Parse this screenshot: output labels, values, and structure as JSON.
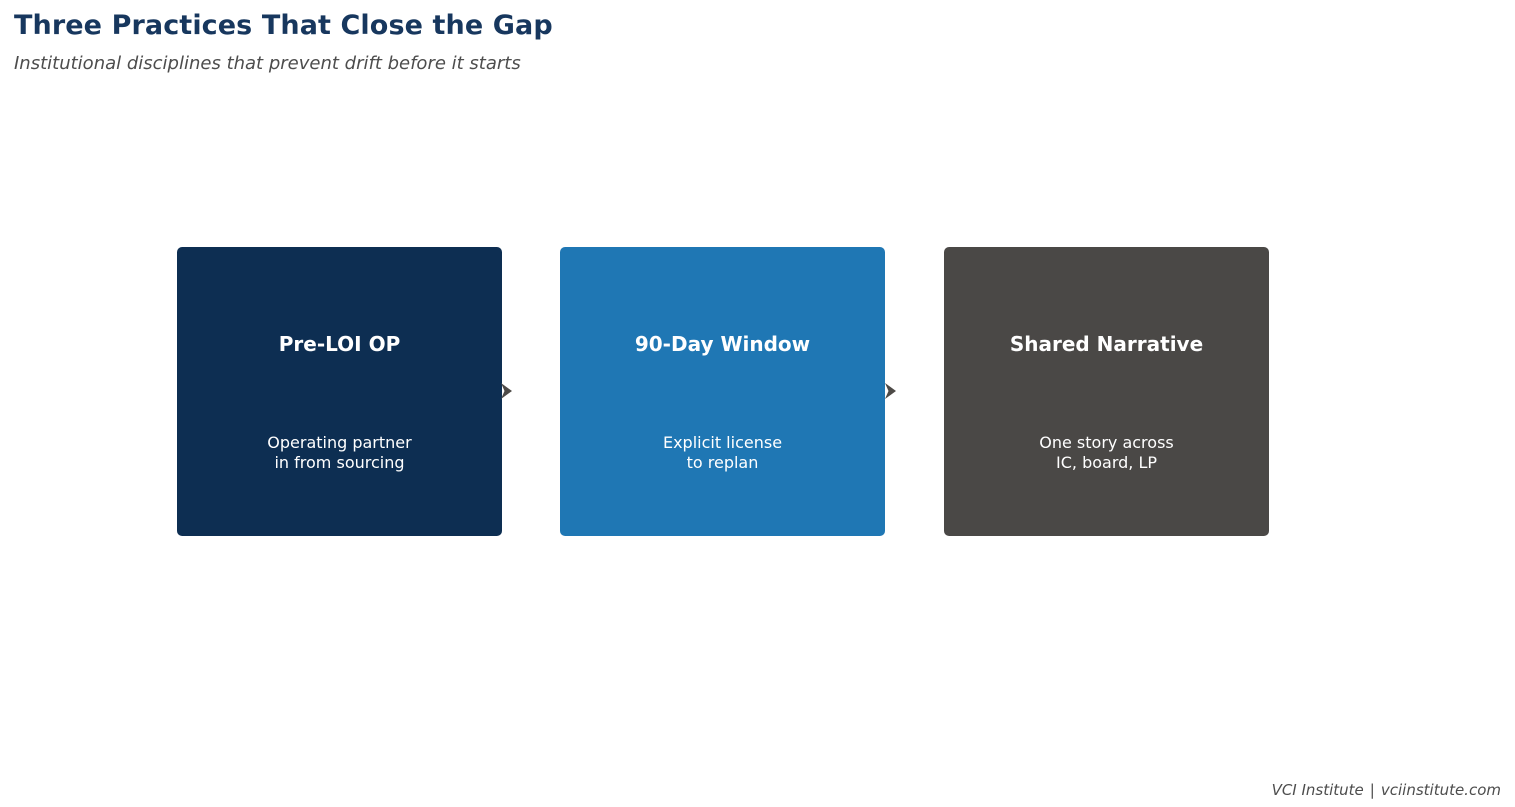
{
  "header": {
    "title": "Three Practices That Close the Gap",
    "subtitle": "Institutional disciplines that prevent drift before it starts",
    "title_color": "#17375e",
    "subtitle_color": "#4d4d4d"
  },
  "diagram": {
    "type": "horizontal-flow",
    "arrow_glyph": "❯",
    "arrow_color": "#4d4a47",
    "steps": [
      {
        "title": "Pre-LOI OP",
        "body": "Operating partner\nin from sourcing",
        "color": "#0d2e52"
      },
      {
        "title": "90-Day Window",
        "body": "Explicit license\nto replan",
        "color": "#1f77b4"
      },
      {
        "title": "Shared Narrative",
        "body": "One story across\nIC, board, LP",
        "color": "#4a4846"
      }
    ]
  },
  "footer": {
    "organization": "VCI Institute",
    "separator": "|",
    "website": "vciinstitute.com"
  }
}
